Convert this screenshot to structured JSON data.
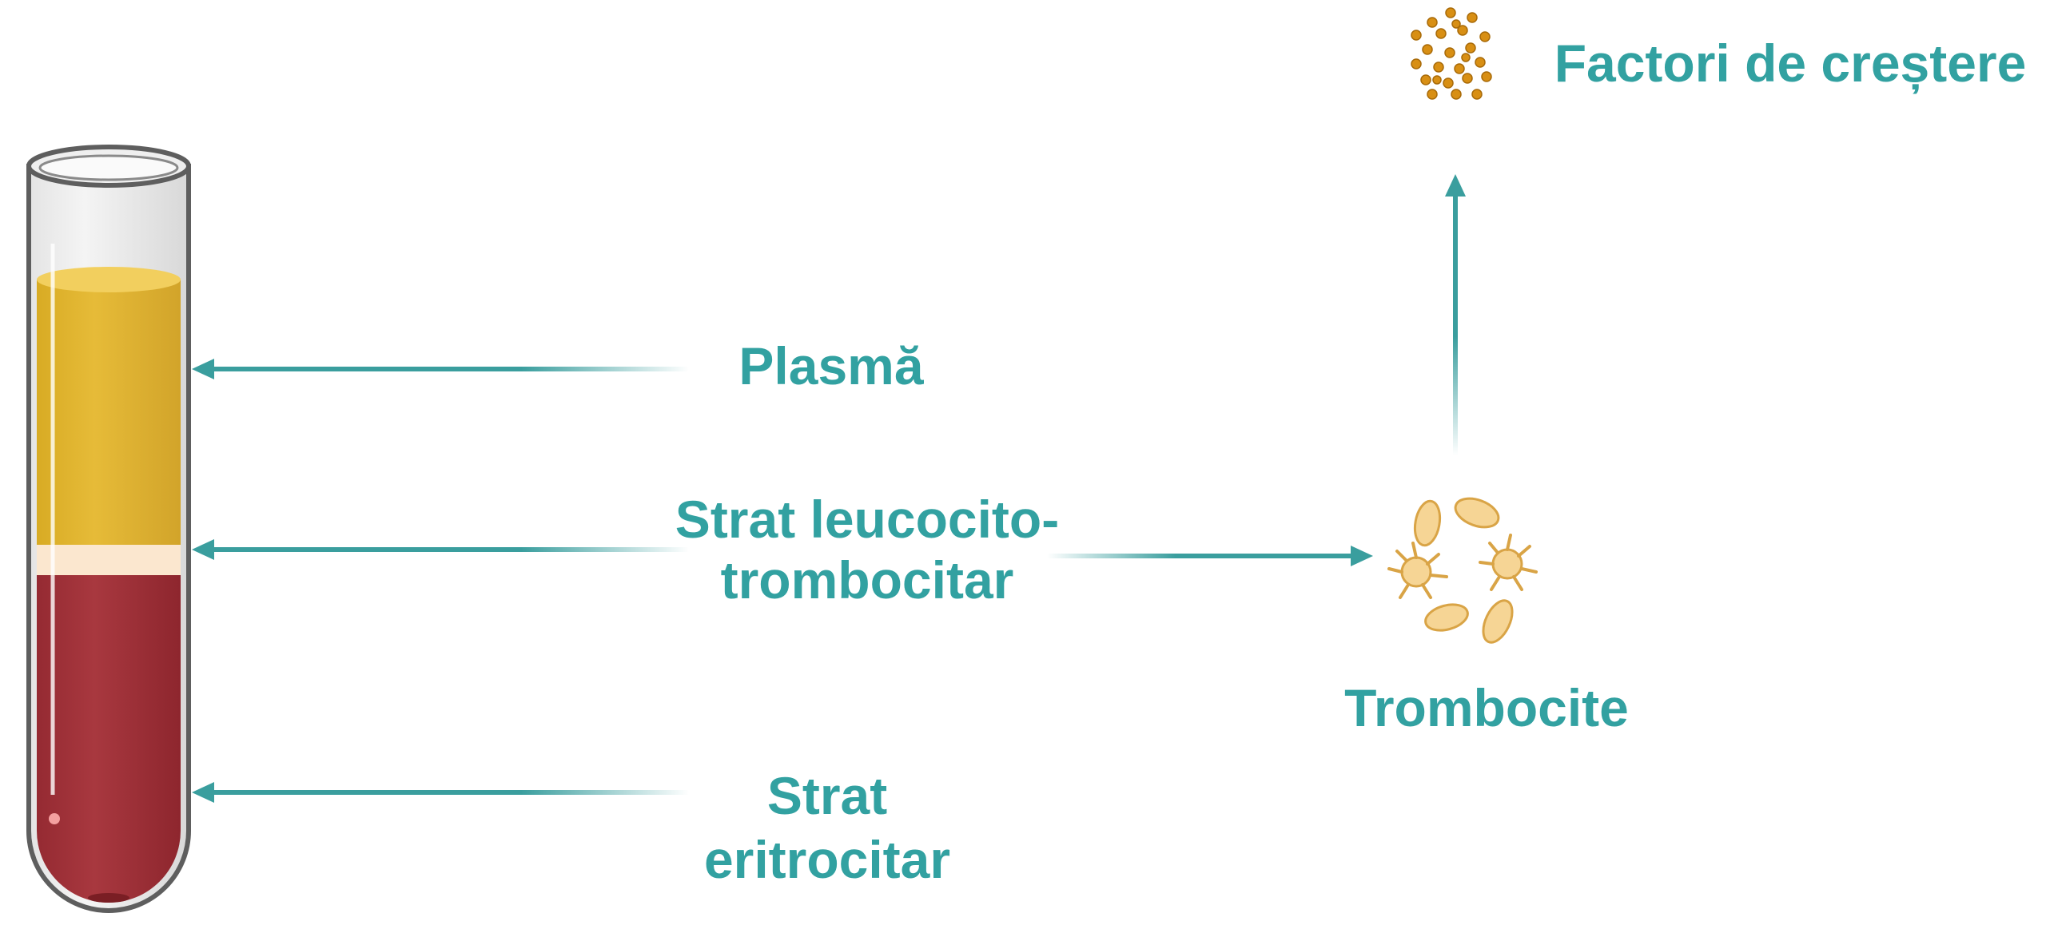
{
  "colors": {
    "label_teal": "#32a1a1",
    "arrow_teal": "#3a9e9e",
    "plasma_yellow": "#e0b530",
    "buffy_coat": "#fbe7cf",
    "red_cells": "#a03038",
    "growth_factor": "#d88f14",
    "platelet_fill": "#f6d595",
    "platelet_stroke": "#d9a446"
  },
  "labels": {
    "plasma": "Plasmă",
    "buffy_coat_line1": "Strat leucocito-",
    "buffy_coat_line2": "trombocitar",
    "red_cells_line1": "Strat",
    "red_cells_line2": "eritrocitar",
    "platelets": "Trombocite",
    "growth_factors": "Factori de creștere"
  },
  "icons": [
    "test-tube-icon",
    "platelets-icon",
    "growth-factors-icon",
    "arrow-icon"
  ]
}
